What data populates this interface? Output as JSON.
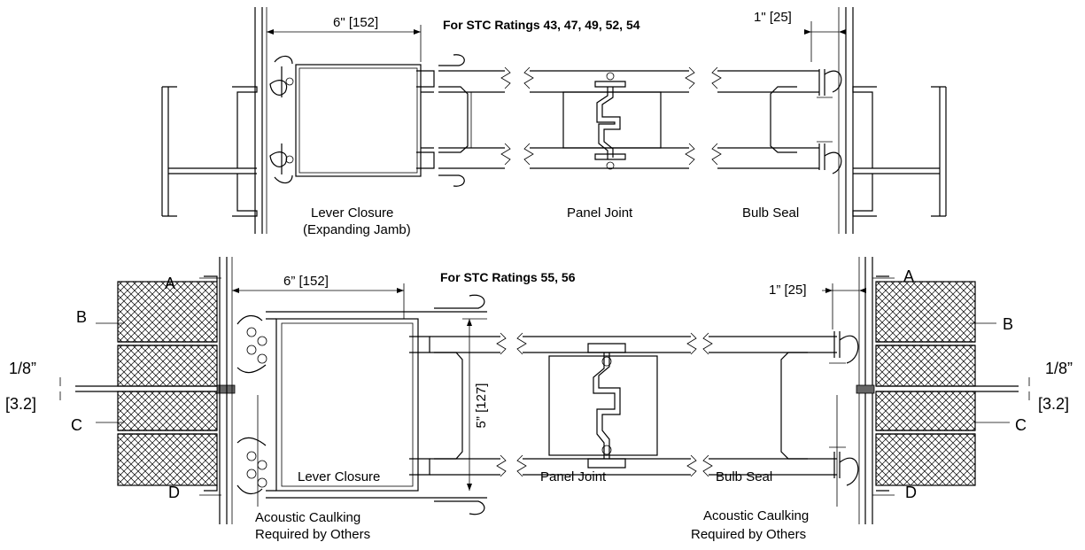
{
  "top": {
    "title": "For STC Ratings 43, 47, 49, 52, 54",
    "dim_left": "6\"  [152]",
    "dim_right": "1\"  [25]",
    "label_lever": "Lever Closure",
    "label_lever_sub": "(Expanding Jamb)",
    "label_panel": "Panel Joint",
    "label_bulb": "Bulb Seal"
  },
  "bottom": {
    "title": "For STC Ratings 55, 56",
    "dim_left": "6” [152]",
    "dim_right": "1” [25]",
    "dim_vertical": "5” [127]",
    "label_lever": "Lever Closure",
    "label_panel": "Panel Joint",
    "label_bulb": "Bulb Seal",
    "gap_top": "1/8”",
    "gap_bottom": "[3.2]",
    "caulk_line1": "Acoustic Caulking",
    "caulk_line2": "Required by Others",
    "letters": {
      "a": "A",
      "b": "B",
      "c": "C",
      "d": "D"
    }
  }
}
